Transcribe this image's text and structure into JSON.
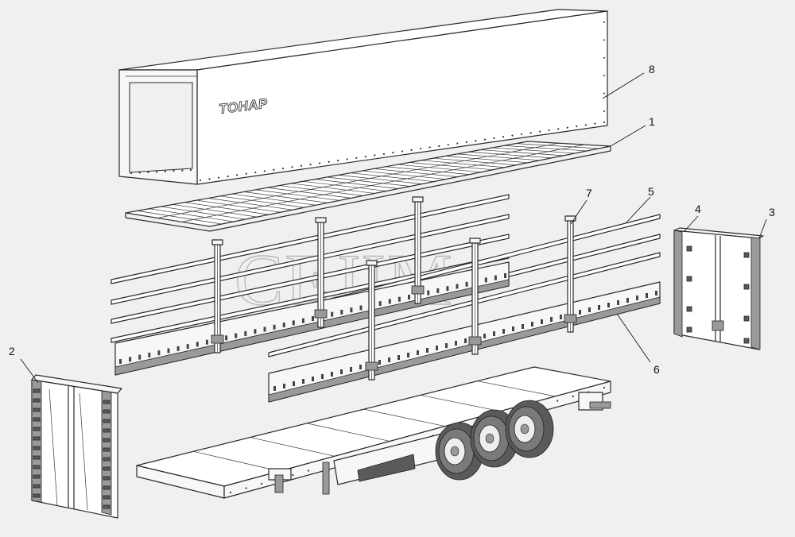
{
  "diagram": {
    "brand_text": "ТОНАР",
    "watermark_text": "CEJIM",
    "callouts": [
      "1",
      "2",
      "3",
      "4",
      "5",
      "6",
      "7",
      "8"
    ]
  }
}
